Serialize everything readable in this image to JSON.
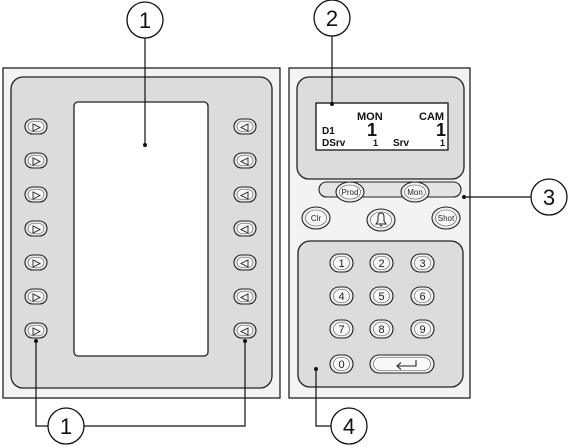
{
  "callouts": {
    "c1_top": "1",
    "c2": "2",
    "c3": "3",
    "c1_bottom": "1",
    "c4": "4"
  },
  "lcd": {
    "mon": "MON",
    "cam": "CAM",
    "d1": "D1",
    "d1_value": "1",
    "cam_value": "1",
    "dsrv": "DSrv",
    "dsrv_value": "1",
    "srv": "Srv",
    "srv_value": "1"
  },
  "function_keys": {
    "prod": "Prod",
    "mon": "Mon",
    "clr": "Clr",
    "shot": "Shot"
  },
  "keypad": {
    "keys": [
      "1",
      "2",
      "3",
      "4",
      "5",
      "6",
      "7",
      "8",
      "9",
      "0"
    ]
  },
  "icons": {
    "left_buttons": "triangle-right-icon",
    "right_buttons": "triangle-left-icon",
    "bell": "bell-icon",
    "enter": "enter-arrow-icon"
  }
}
